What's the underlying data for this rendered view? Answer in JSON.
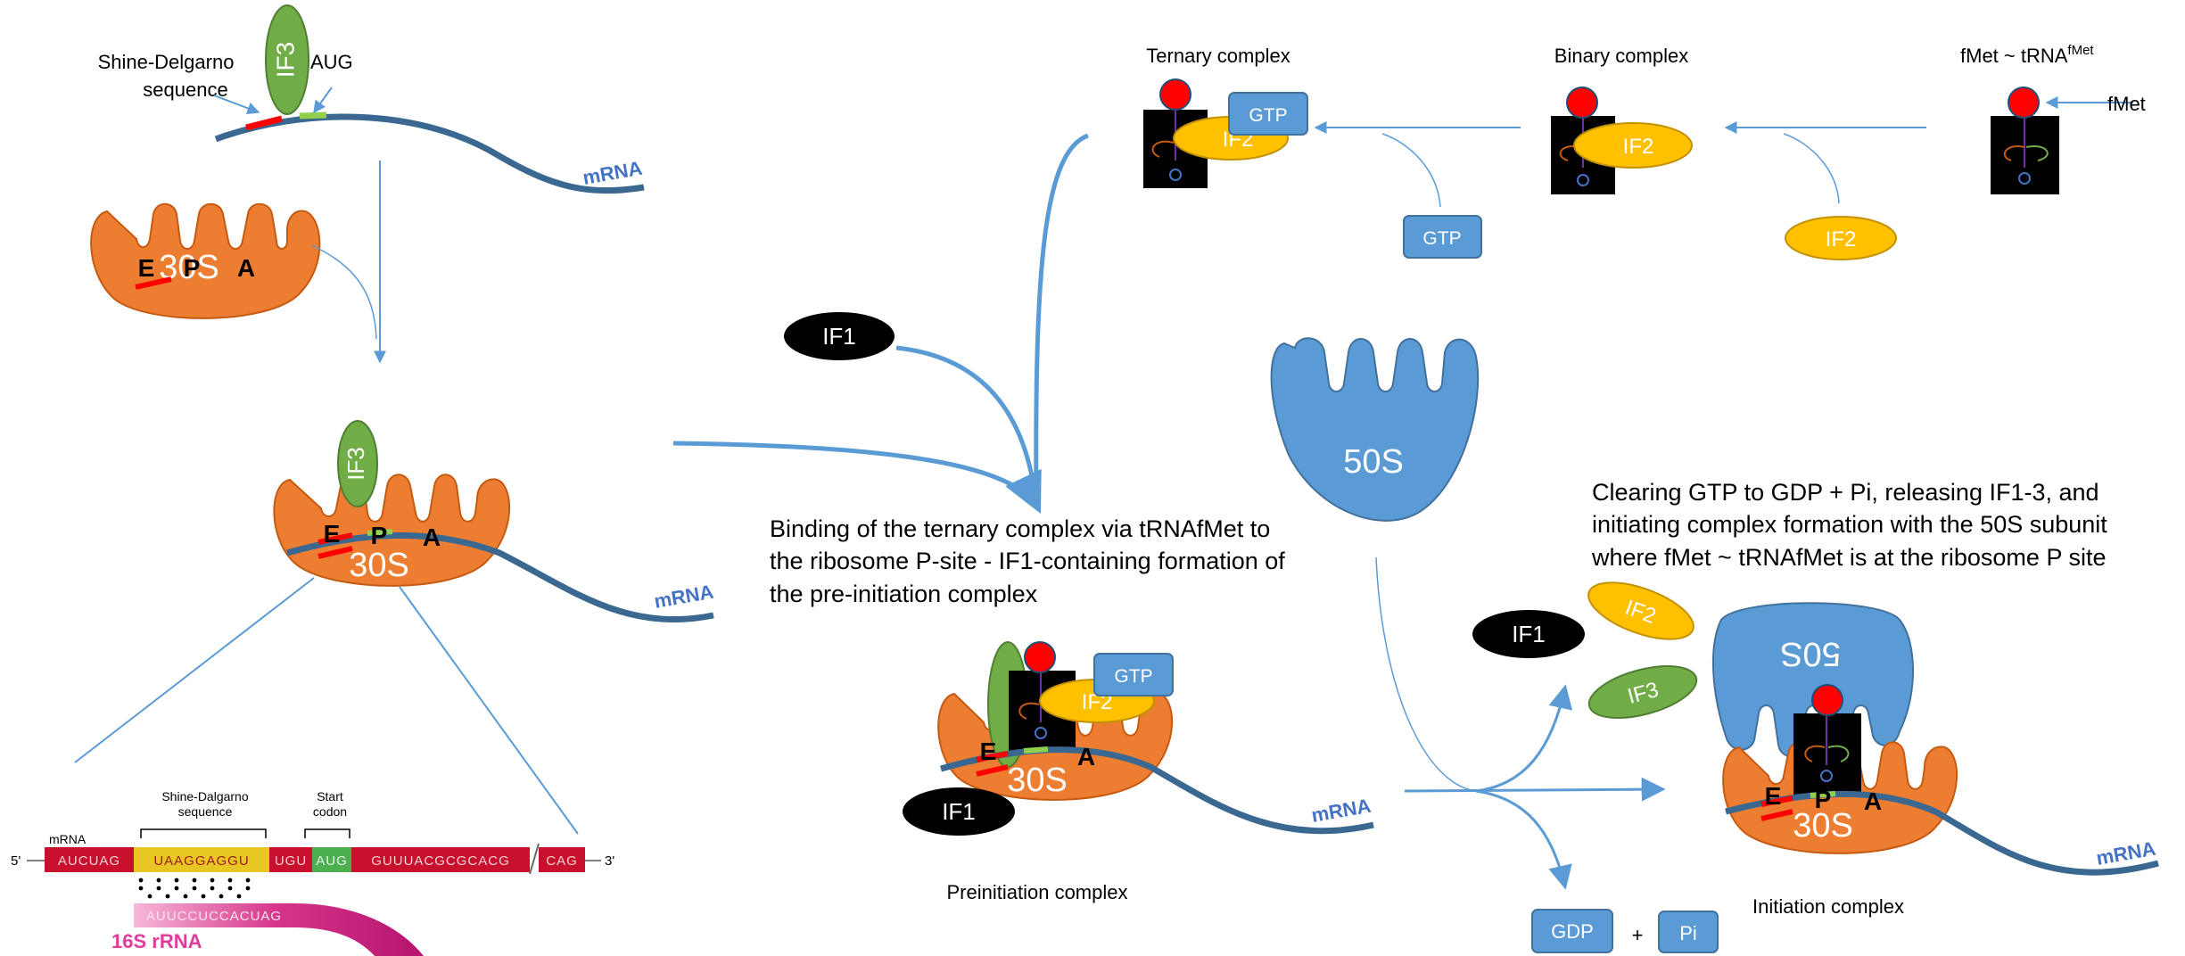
{
  "labels": {
    "shine_delgarno_1": "Shine-Delgarno",
    "shine_delgarno_2": "sequence",
    "aug": "AUG",
    "if3": "IF3",
    "mrna": "mRNA",
    "e_site": "E",
    "p_site": "P",
    "a_site": "A",
    "s30": "30S",
    "s50": "50S",
    "if1": "IF1",
    "if2": "IF2",
    "gtp": "GTP",
    "gdp": "GDP",
    "plus": "+",
    "pi": "Pi",
    "fmet": "fMet",
    "ternary_complex": "Ternary complex",
    "binary_complex": "Binary complex",
    "fmet_trna_base": "fMet ~ tRNA",
    "fmet_trna_sup": "fMet",
    "preinitiation_complex": "Preinitiation complex",
    "initiation_complex": "Initiation complex"
  },
  "descriptions": {
    "binding_line1": "Binding of the ternary complex via tRNAfMet to",
    "binding_line2": "the ribosome P-site - IF1-containing formation of",
    "binding_line3": "the pre-initiation complex",
    "clearing_line1": "Clearing GTP to GDP + Pi, releasing IF1-3, and",
    "clearing_line2": "initiating complex formation with the 50S subunit",
    "clearing_line3": "where fMet ~ tRNAfMet is at the ribosome P site"
  },
  "sequence_inset": {
    "mrna_label": "mRNA",
    "shine_dalgarno_1": "Shine-Dalgarno",
    "shine_dalgarno_2": "sequence",
    "start_1": "Start",
    "start_2": "codon",
    "five_prime": "5'",
    "three_prime": "3'",
    "seq_red1": "AUCUAG",
    "seq_yellow": "UAAGGAGGU",
    "seq_red2": "UGU",
    "seq_green": "AUG",
    "seq_red3": "GUUUACGCGCACG",
    "seq_red4": "CAG",
    "rrna_seq": "AUUCCUCCACUAG",
    "rrna_label": "16S rRNA"
  },
  "colors": {
    "ribosome_small": "#ED7D31",
    "ribosome_large": "#5B9BD5",
    "if3": "#70AD47",
    "if2": "#FFC000",
    "mrna": "#3A6891",
    "arrow": "#5B9BD5",
    "fmet": "#FF0000",
    "rrna": "#D6338A",
    "seq_red": "#C8102E",
    "seq_yellow": "#E8C624",
    "seq_green": "#4CAF50"
  }
}
